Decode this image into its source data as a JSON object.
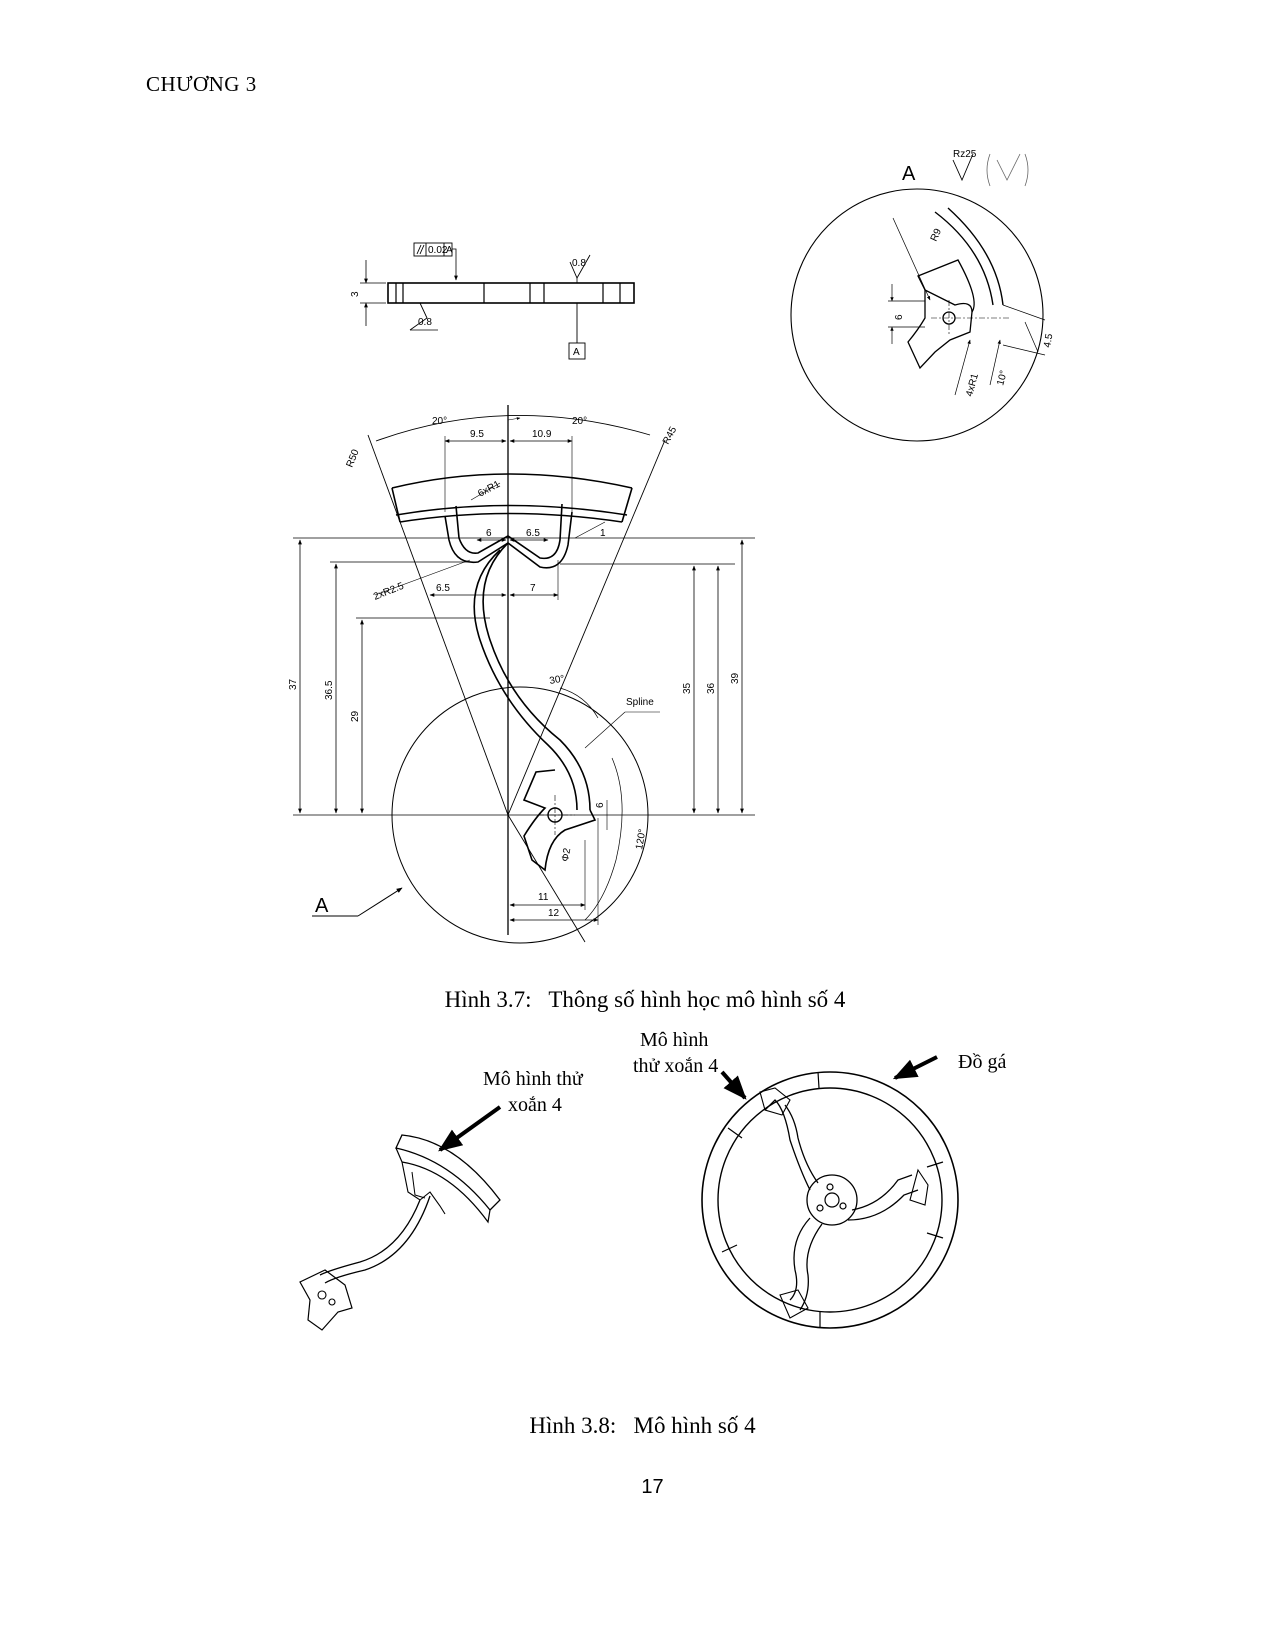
{
  "header": {
    "chapter": "CHƯƠNG 3"
  },
  "figure_37": {
    "caption": "Hình 3.7:   Thông số hình học mô hình số 4",
    "section_view": {
      "label": "A",
      "roughness": "Rz25",
      "dims": {
        "r9": "R9",
        "d6": "6",
        "d4_5": "4.5",
        "r1": "4xR1",
        "a10": "10°"
      }
    },
    "side_view": {
      "thickness": "3",
      "parallelism": "0.02",
      "datum_ref": "A",
      "datum": "A",
      "roughness_top": "0.8",
      "roughness_bottom": "0.8"
    },
    "main_view": {
      "angle_left": "20°",
      "angle_right": "20°",
      "d9_5": "9.5",
      "d10_9": "10.9",
      "r50": "R50",
      "r45": "R45",
      "r1x6": "6xR1",
      "d6": "6",
      "d6_5a": "6.5",
      "d1": "1",
      "r2_5": "2xR2.5",
      "d6_5b": "6.5",
      "d7": "7",
      "d37": "37",
      "d36_5": "36.5",
      "d29": "29",
      "d35": "35",
      "d36": "36",
      "d39": "39",
      "a30": "30°",
      "spline": "Spline",
      "d6_hub": "6",
      "phi2": "Φ2",
      "a120": "120°",
      "d11": "11",
      "d12": "12",
      "section_mark": "A"
    }
  },
  "figure_38": {
    "caption": "Hình 3.8:   Mô hình số 4",
    "left_label": [
      "Mô hình thử",
      "xoắn 4"
    ],
    "right_label": [
      "Mô hình",
      "thử xoắn 4"
    ],
    "fixture_label": "Đồ gá"
  },
  "page_number": "17"
}
